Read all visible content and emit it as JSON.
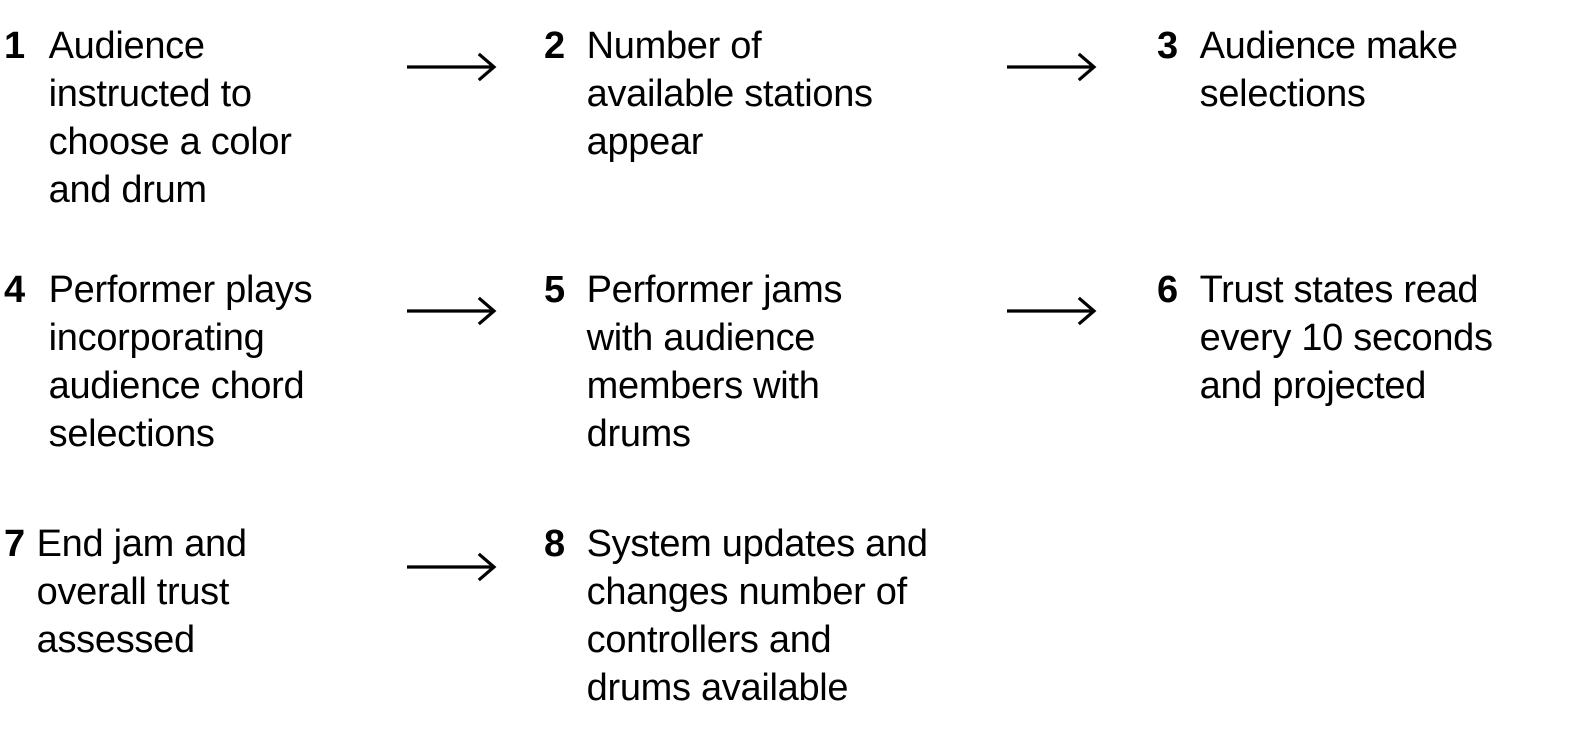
{
  "diagram": {
    "type": "process-flow",
    "title": "",
    "background_color": "#ffffff",
    "text_color": "#000000",
    "columns": 3,
    "rows": 3,
    "steps": [
      {
        "number": "1",
        "text": "Audience\ninstructed to\nchoose a color\nand drum"
      },
      {
        "number": "2",
        "text": "Number of\navailable stations\nappear"
      },
      {
        "number": "3",
        "text": "Audience make\nselections"
      },
      {
        "number": "4",
        "text": "Performer plays\nincorporating\naudience chord\nselections"
      },
      {
        "number": "5",
        "text": "Performer jams\nwith audience\nmembers with\ndrums"
      },
      {
        "number": "6",
        "text": "Trust states read\nevery 10 seconds\nand projected"
      },
      {
        "number": "7",
        "text": "End jam and\noverall trust\nassessed"
      },
      {
        "number": "8",
        "text": "System updates and\nchanges number of\ncontrollers and\ndrums available"
      }
    ],
    "connectors": [
      {
        "from": "1",
        "to": "2",
        "kind": "arrow-right"
      },
      {
        "from": "2",
        "to": "3",
        "kind": "arrow-right"
      },
      {
        "from": "4",
        "to": "5",
        "kind": "arrow-right"
      },
      {
        "from": "5",
        "to": "6",
        "kind": "arrow-right"
      },
      {
        "from": "7",
        "to": "8",
        "kind": "arrow-right"
      }
    ]
  }
}
